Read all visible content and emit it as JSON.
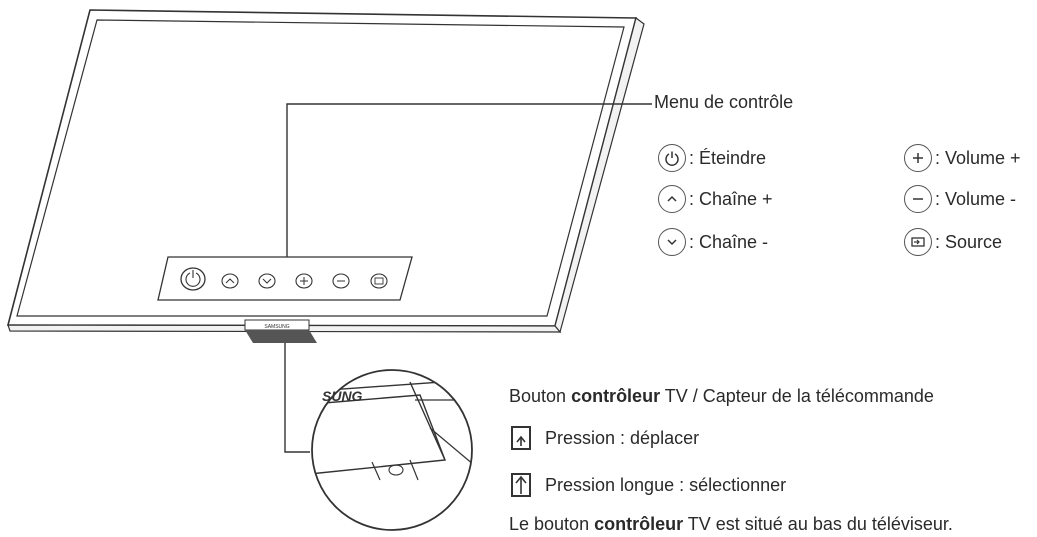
{
  "menu": {
    "title": "Menu de contrôle",
    "items": [
      {
        "icon": "power-icon",
        "label": ": Éteindre"
      },
      {
        "icon": "chevron-up-icon",
        "label": ": Chaîne +"
      },
      {
        "icon": "chevron-down-icon",
        "label": ": Chaîne -"
      },
      {
        "icon": "plus-icon",
        "label": ": Volume +"
      },
      {
        "icon": "minus-icon",
        "label": ": Volume -"
      },
      {
        "icon": "source-icon",
        "label": ": Source"
      }
    ]
  },
  "tv": {
    "brand_label": "SAMSUNG",
    "zoom_brand": "SUNG"
  },
  "controller": {
    "heading_pre": "Bouton ",
    "heading_bold": "contrôleur",
    "heading_post": " TV / Capteur de la télécommande",
    "press": "Pression : déplacer",
    "long_press": "Pression longue : sélectionner",
    "note_pre": "Le bouton ",
    "note_bold": "contrôleur",
    "note_post": " TV est situé au bas du téléviseur."
  },
  "colors": {
    "line": "#333333",
    "panel_fill": "#ffffff",
    "brand_bar": "#555555"
  }
}
